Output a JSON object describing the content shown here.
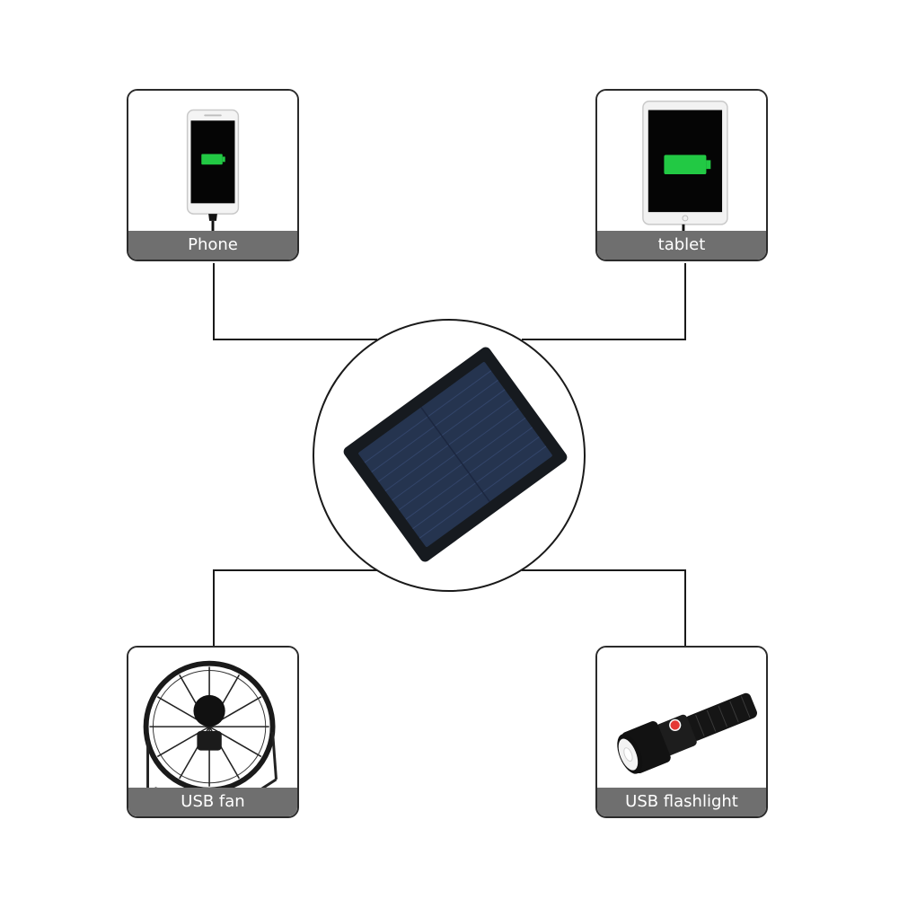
{
  "devices": {
    "phone": {
      "label": "Phone",
      "icon": "smartphone-charging-icon"
    },
    "tablet": {
      "label": "tablet",
      "icon": "tablet-charging-icon"
    },
    "fan": {
      "label": "USB fan",
      "icon": "desk-fan-icon"
    },
    "flashlight": {
      "label": "USB flashlight",
      "icon": "flashlight-icon"
    }
  },
  "hub": {
    "icon": "solar-panel-icon"
  },
  "colors": {
    "connector": "#1a1a1a",
    "label_bar": "#6f6f6f",
    "battery": "#22c944",
    "panel_cell": "#25344f"
  }
}
